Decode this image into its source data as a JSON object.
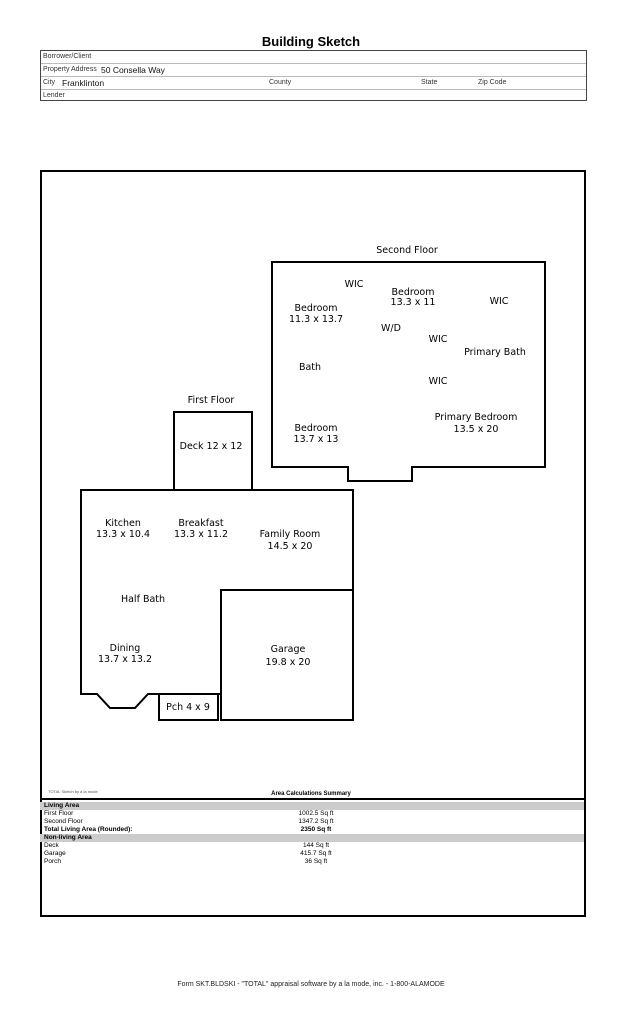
{
  "title": "Building Sketch",
  "header": {
    "borrower_label": "Borrower/Client",
    "address_label": "Property Address",
    "address": "50 Consella Way",
    "city_label": "City",
    "city": "Franklinton",
    "county_label": "County",
    "state_label": "State",
    "zip_label": "Zip Code",
    "lender_label": "Lender"
  },
  "sketch": {
    "second_floor_label": "Second Floor",
    "first_floor_label": "First Floor",
    "rooms": {
      "wic1": "WIC",
      "bedroom_a": "Bedroom",
      "bedroom_a_dim": "13.3 x 11",
      "wic2": "WIC",
      "bedroom_b": "Bedroom",
      "bedroom_b_dim": "11.3 x 13.7",
      "wd": "W/D",
      "wic3": "WIC",
      "primary_bath": "Primary Bath",
      "bath": "Bath",
      "wic4": "WIC",
      "bedroom_c": "Bedroom",
      "bedroom_c_dim": "13.7 x 13",
      "primary_bedroom": "Primary Bedroom",
      "primary_bedroom_dim": "13.5 x 20",
      "deck": "Deck 12 x 12",
      "kitchen": "Kitchen",
      "kitchen_dim": "13.3 x 10.4",
      "breakfast": "Breakfast",
      "breakfast_dim": "13.3 x 11.2",
      "family": "Family Room",
      "family_dim": "14.5 x 20",
      "half_bath": "Half Bath",
      "dining": "Dining",
      "dining_dim": "13.7 x 13.2",
      "garage": "Garage",
      "garage_dim": "19.8 x 20",
      "porch": "Pch 4 x 9"
    }
  },
  "summary": {
    "credit": "TOTAL Sketch by a la mode",
    "title": "Area Calculations Summary",
    "living_label": "Living Area",
    "rows": [
      {
        "label": "First Floor",
        "value": "1002.5 Sq ft"
      },
      {
        "label": "Second Floor",
        "value": "1347.2 Sq ft"
      }
    ],
    "total_label": "Total Living Area (Rounded):",
    "total_value": "2350 Sq ft",
    "nonliving_label": "Non-living Area",
    "nonliving": [
      {
        "label": "Deck",
        "value": "144 Sq ft"
      },
      {
        "label": "Garage",
        "value": "415.7 Sq ft"
      },
      {
        "label": "Porch",
        "value": "36 Sq ft"
      }
    ]
  },
  "footer": "Form SKT.BLDSKI - \"TOTAL\" appraisal software by a la mode, inc. - 1-800-ALAMODE"
}
